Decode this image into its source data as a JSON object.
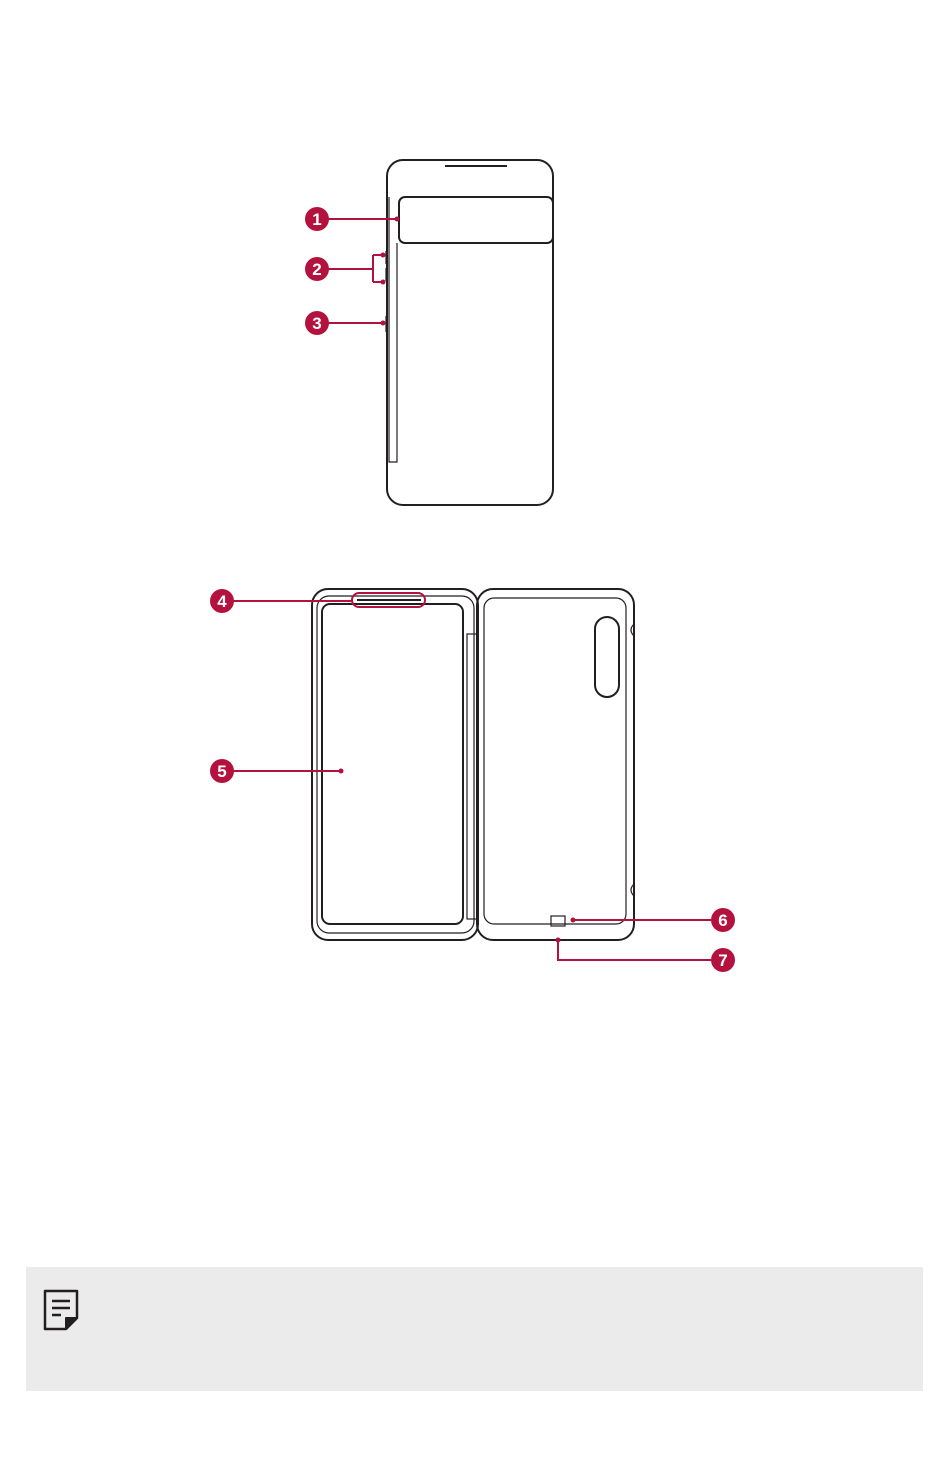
{
  "accent_color": "#b3123e",
  "line_color": "#231f20",
  "callouts": [
    "1",
    "2",
    "3",
    "4",
    "5",
    "6",
    "7"
  ],
  "note": {
    "icon": "note-icon",
    "text": ""
  }
}
